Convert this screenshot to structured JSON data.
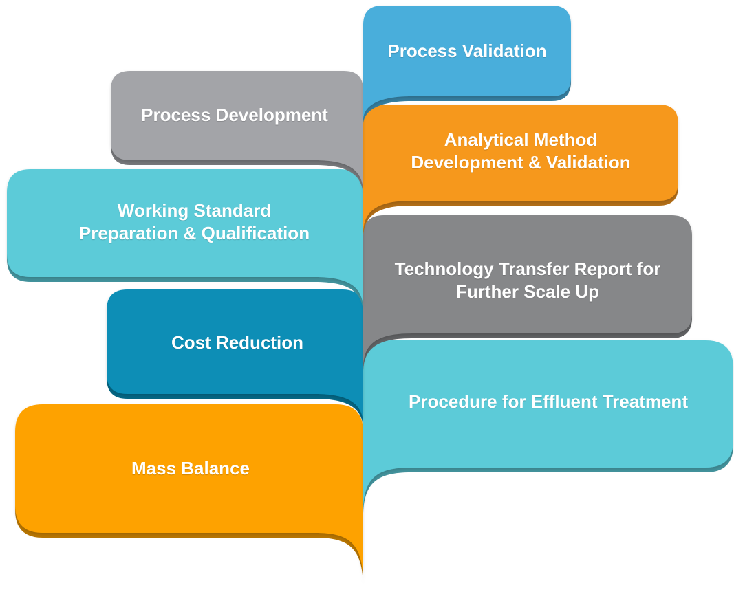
{
  "diagram": {
    "items": [
      {
        "id": "process-validation",
        "lines": [
          "Process Validation"
        ],
        "color": "#4aaedb",
        "side": "right"
      },
      {
        "id": "process-development",
        "lines": [
          "Process Development"
        ],
        "color": "#a3a4a8",
        "side": "left"
      },
      {
        "id": "analytical-method",
        "lines": [
          "Analytical Method",
          "Development & Validation"
        ],
        "color": "#f6981e",
        "side": "right"
      },
      {
        "id": "working-standard",
        "lines": [
          "Working Standard",
          "Preparation & Qualification"
        ],
        "color": "#5bcbd8",
        "side": "left"
      },
      {
        "id": "technology-transfer",
        "lines": [
          "Technology Transfer Report for",
          "Further Scale Up"
        ],
        "color": "#868789",
        "side": "right"
      },
      {
        "id": "cost-reduction",
        "lines": [
          "Cost Reduction"
        ],
        "color": "#078eb6",
        "side": "left"
      },
      {
        "id": "effluent-treatment",
        "lines": [
          "Procedure for Effluent Treatment"
        ],
        "color": "#5bcbd8",
        "side": "right"
      },
      {
        "id": "mass-balance",
        "lines": [
          "Mass Balance"
        ],
        "color": "#fea203",
        "side": "left"
      }
    ]
  }
}
